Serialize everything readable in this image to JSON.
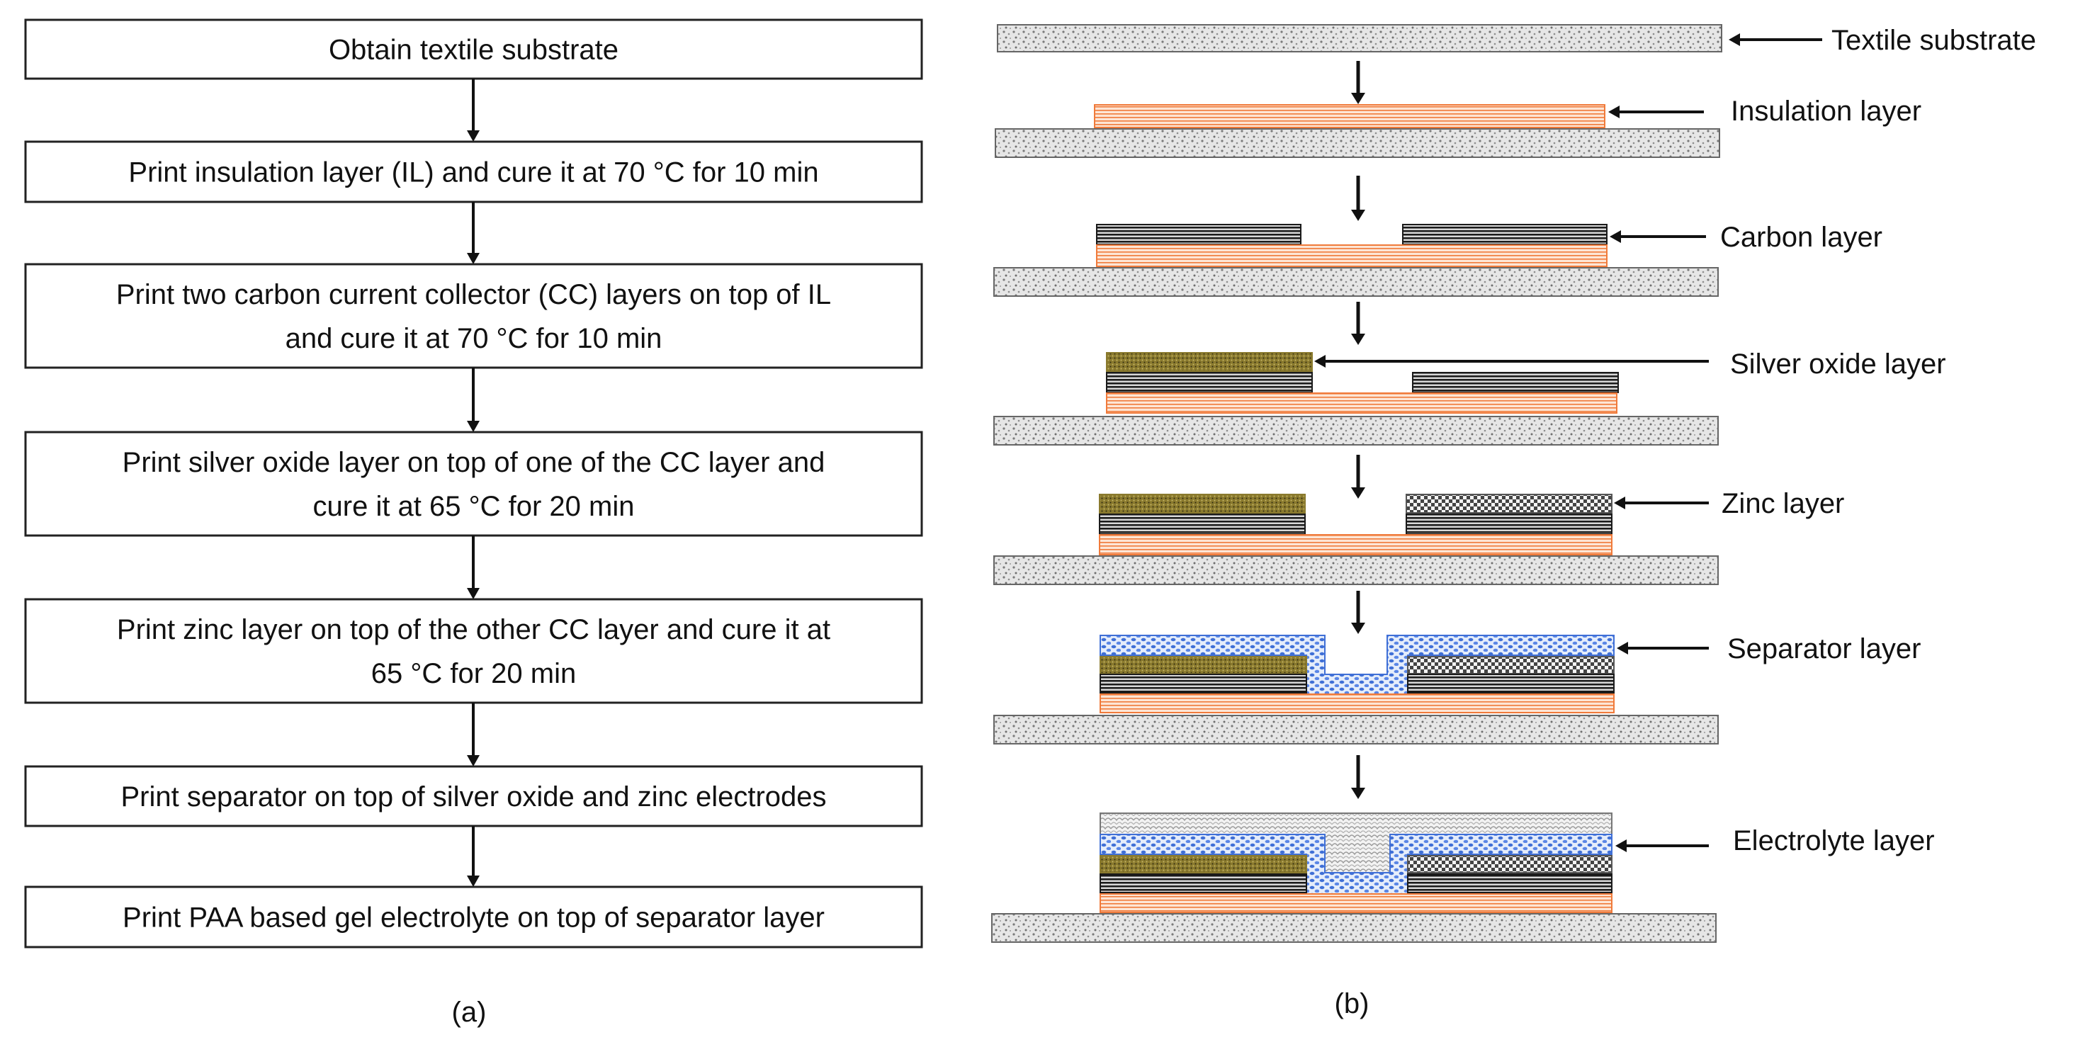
{
  "flowchart": {
    "steps": [
      {
        "lines": [
          "Obtain textile substrate"
        ]
      },
      {
        "lines": [
          "Print insulation layer (IL) and cure it at 70 °C for 10 min"
        ]
      },
      {
        "lines": [
          "Print two carbon current collector (CC) layers on top of IL",
          "and cure it at 70 °C for 10 min"
        ]
      },
      {
        "lines": [
          "Print silver oxide layer on top of one of the CC layer and",
          "cure it at 65 °C for 20 min"
        ]
      },
      {
        "lines": [
          "Print zinc layer on top of the other CC layer and cure it at",
          "65 °C for 20 min"
        ]
      },
      {
        "lines": [
          "Print separator on top of silver oxide and zinc electrodes"
        ]
      },
      {
        "lines": [
          "Print PAA based gel electrolyte on top of separator layer"
        ]
      }
    ],
    "caption": "(a)"
  },
  "cross_section": {
    "labels": [
      "Textile substrate",
      "Insulation layer",
      "Carbon layer",
      "Silver oxide layer",
      "Zinc layer",
      "Separator layer",
      "Electrolyte layer"
    ],
    "caption": "(b)"
  },
  "colors": {
    "box_border": "#222222",
    "textile": "#bdbdbd",
    "insulation": "#f07a3a",
    "carbon": "#1a1a1a",
    "silver_oxide": "#8a7a2e",
    "zinc": "#555555",
    "separator": "#3f6fd6",
    "electrolyte": "#cfcfcf"
  }
}
